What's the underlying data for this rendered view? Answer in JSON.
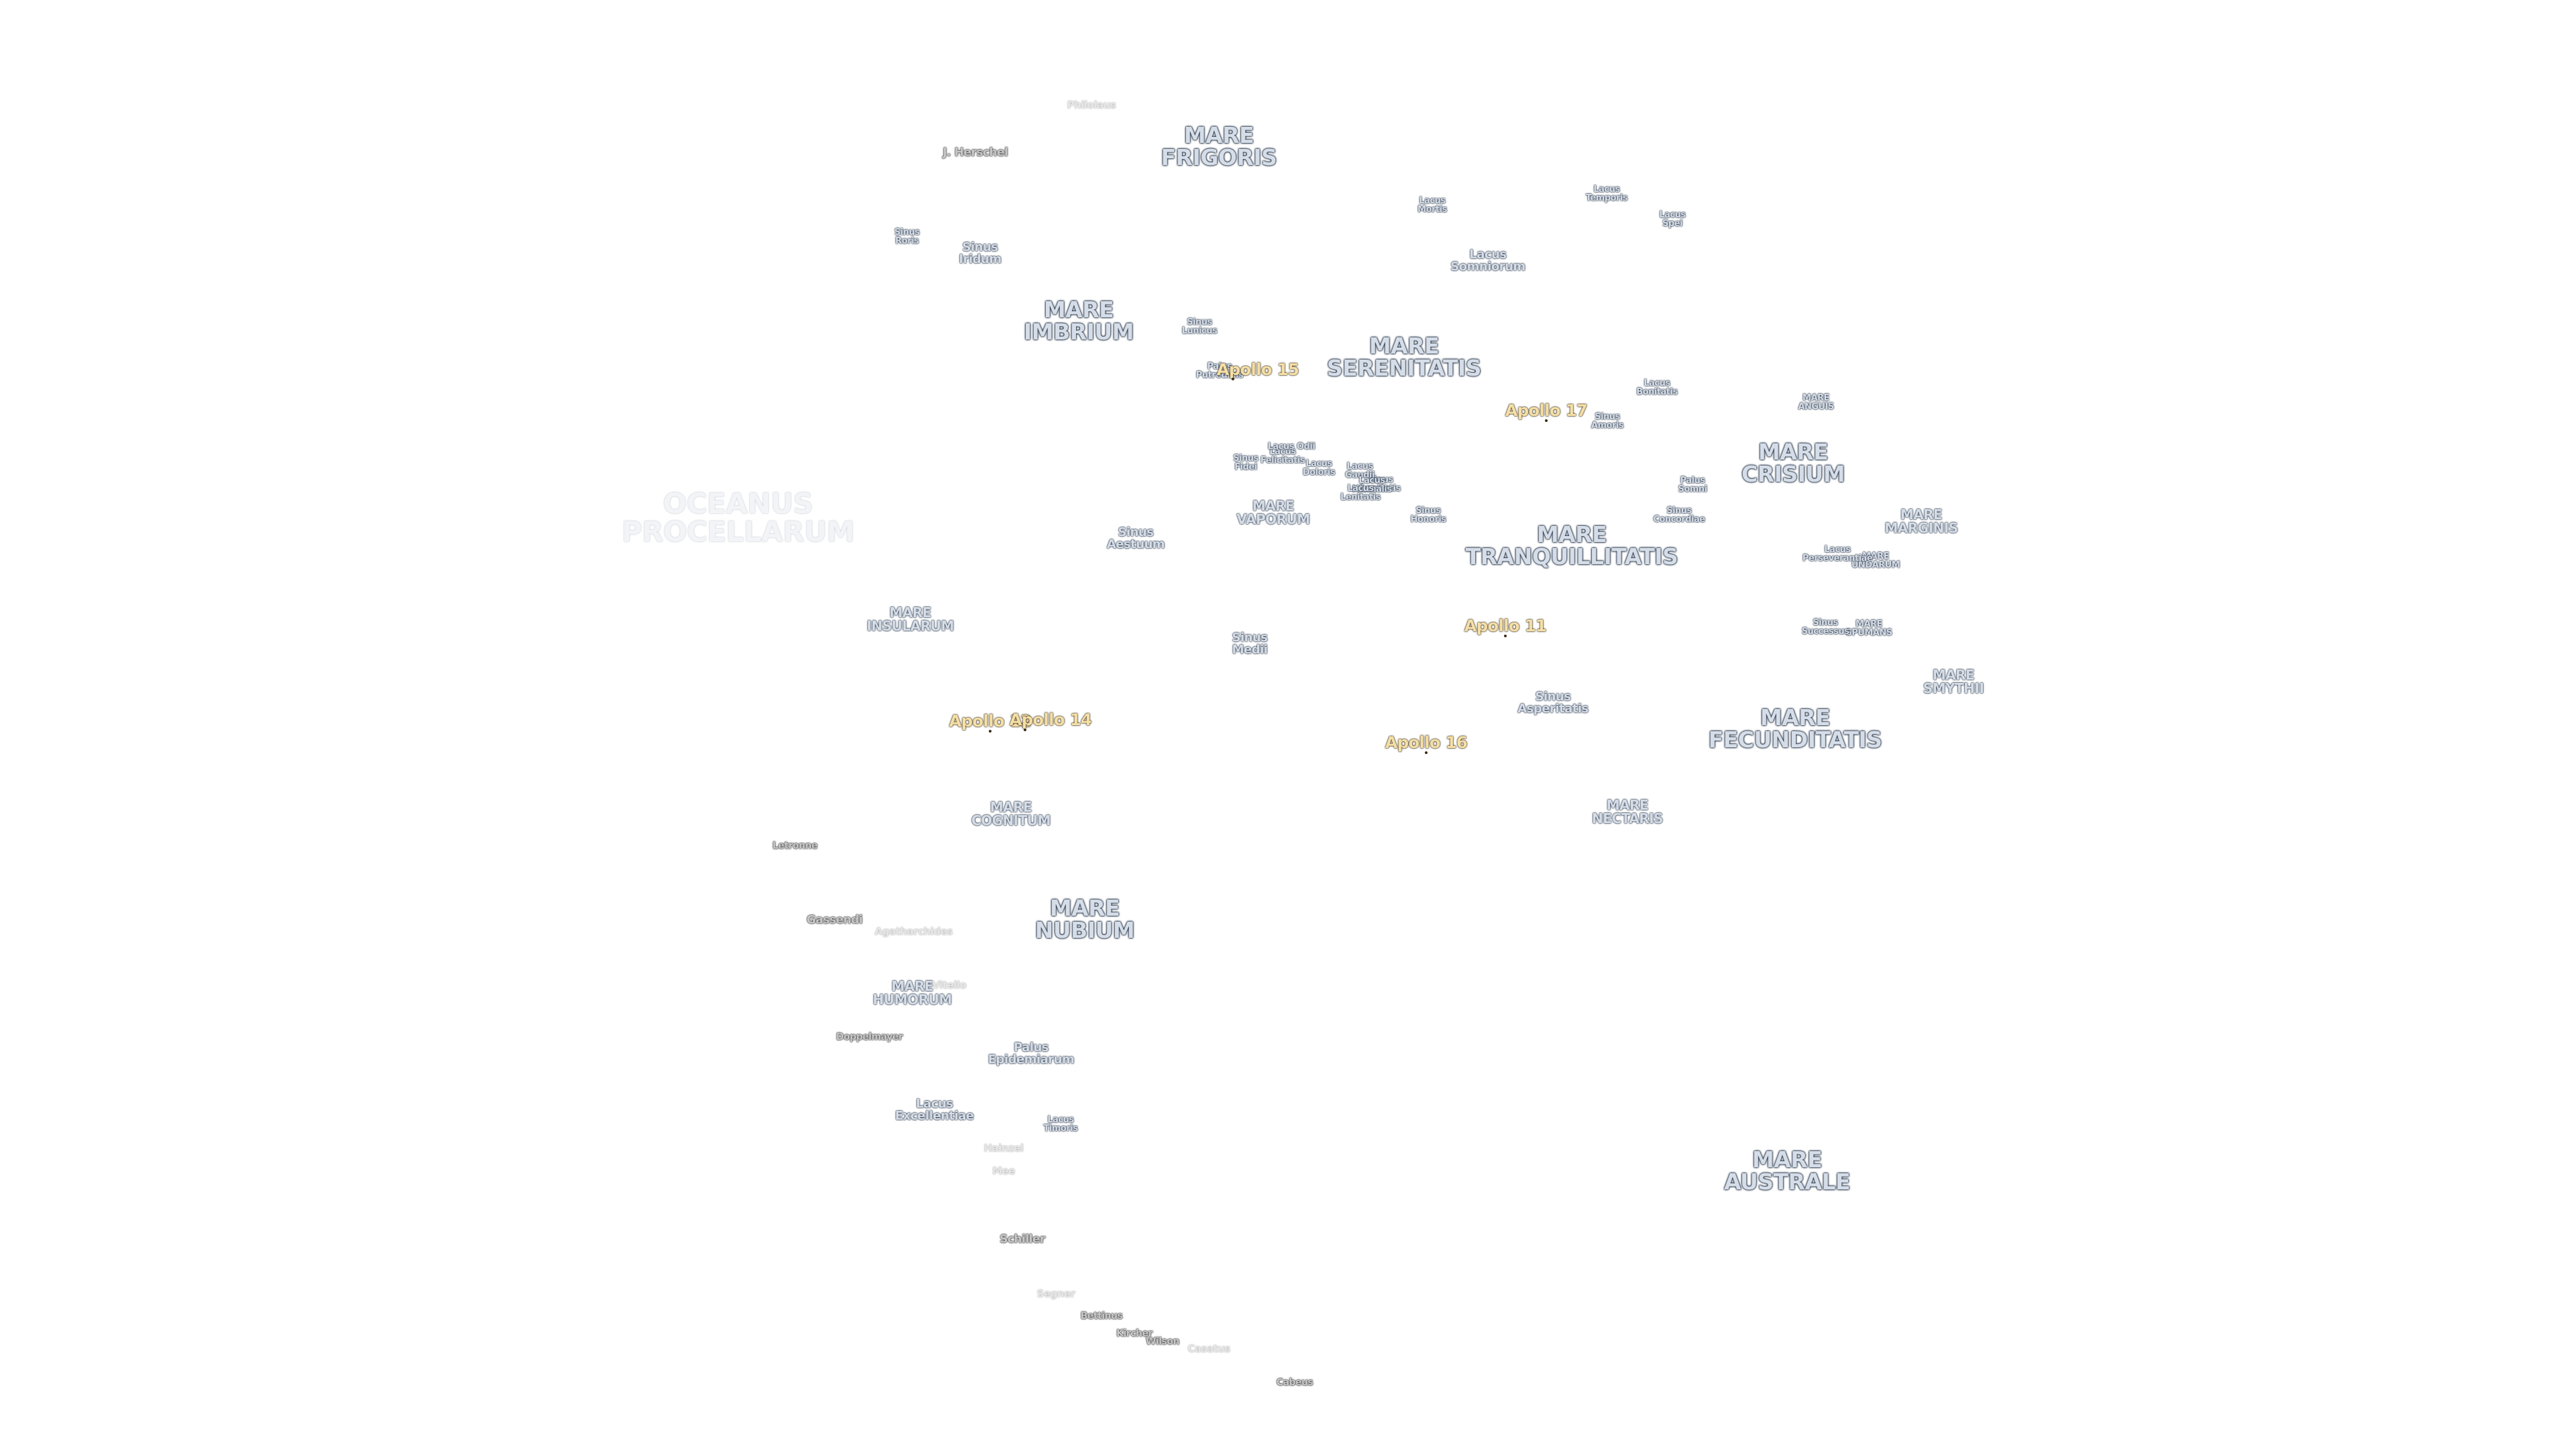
{
  "labels": {
    "mare_frigoris": "MARE\nFRIGORIS",
    "mare_imbrium": "MARE\nIMBRIUM",
    "mare_serenitatis": "MARE\nSERENITATIS",
    "mare_tranquillitatis": "MARE\nTRANQUILLITATIS",
    "mare_crisium": "MARE\nCRISIUM",
    "mare_fecunditatis": "MARE\nFECUNDITATIS",
    "mare_nectaris": "MARE\nNECTARIS",
    "mare_nubium": "MARE\nNUBIUM",
    "mare_cognitum": "MARE\nCOGNITUM",
    "mare_humorum": "MARE\nHUMORUM",
    "mare_insularum": "MARE\nINSULARUM",
    "mare_vaporum": "MARE\nVAPORUM",
    "mare_australe": "MARE\nAUSTRALE",
    "mare_marginis": "MARE\nMARGINIS",
    "mare_smythii": "MARE\nSMYTHII",
    "mare_undarum": "MARE\nUNDARUM",
    "mare_spumans": "MARE\nSPUMANS",
    "mare_anguis": "MARE\nANGUIS",
    "oceanus_procellarum": "OCEANUS\nPROCELLARUM",
    "sinus_iridum": "Sinus\nIridum",
    "sinus_roris": "Sinus\nRoris",
    "sinus_aestuum": "Sinus\nAestuum",
    "sinus_medii": "Sinus\nMedii",
    "sinus_asperitatis": "Sinus\nAsperitatis",
    "sinus_amoris": "Sinus\nAmoris",
    "sinus_concordiae": "Sinus\nConcordiae",
    "sinus_successus": "Sinus\nSuccessus",
    "sinus_honoris": "Sinus\nHonoris",
    "sinus_lunicus": "Sinus\nLunicus",
    "sinus_fidei": "Sinus\nFidei",
    "sinus_lenitatis": "Sinus\nLenitatis",
    "lacus_somniorum": "Lacus\nSomniorum",
    "lacus_mortis": "Lacus\nMortis",
    "lacus_temporis": "Lacus\nTemporis",
    "lacus_spei": "Lacus\nSpei",
    "lacus_bonitatis": "Lacus\nBonitatis",
    "lacus_felicitatis": "Lacus\nFelicitatis",
    "lacus_odii": "Lacus Odii",
    "lacus_doloris": "Lacus\nDoloris",
    "lacus_gaudii": "Lacus\nGaudii",
    "lacus_hiemalis": "Lacus\nHiemalis",
    "lacus_lenitatis": "Lacus\nLenitatis",
    "lacus_perseverantiae": "Lacus\nPerseverantiae",
    "lacus_excellentiae": "Lacus\nExcellentiae",
    "lacus_timoris": "Lacus\nTimoris",
    "palus_putredinis": "Palus\nPutredinis",
    "palus_somni": "Palus\nSomni",
    "palus_epidemiarum": "Palus\nEpidemiarum",
    "philolaus": "Philolaus",
    "j_herschel": "J. Herschel",
    "letronne": "Letronne",
    "gassendi": "Gassendi",
    "agatharchides": "Agatharchides",
    "vitello": "Vitello",
    "doppelmayer": "Doppelmayer",
    "hainzel": "Hainzel",
    "mee": "Mee",
    "schiller": "Schiller",
    "segner": "Segner",
    "bettinus": "Bettinus",
    "kircher": "Kircher",
    "wilson": "Wilson",
    "casatus": "Casatus",
    "cabeus": "Cabeus"
  },
  "apollo": {
    "a11": "Apollo 11",
    "a12": "Apollo 12",
    "a14": "Apollo 14",
    "a15": "Apollo 15",
    "a16": "Apollo 16",
    "a17": "Apollo 17"
  },
  "colors": {
    "background": "#ffffff",
    "label_fill": "#d5dde8",
    "label_outline": "#223043",
    "apollo_fill": "#f5dfa5"
  }
}
